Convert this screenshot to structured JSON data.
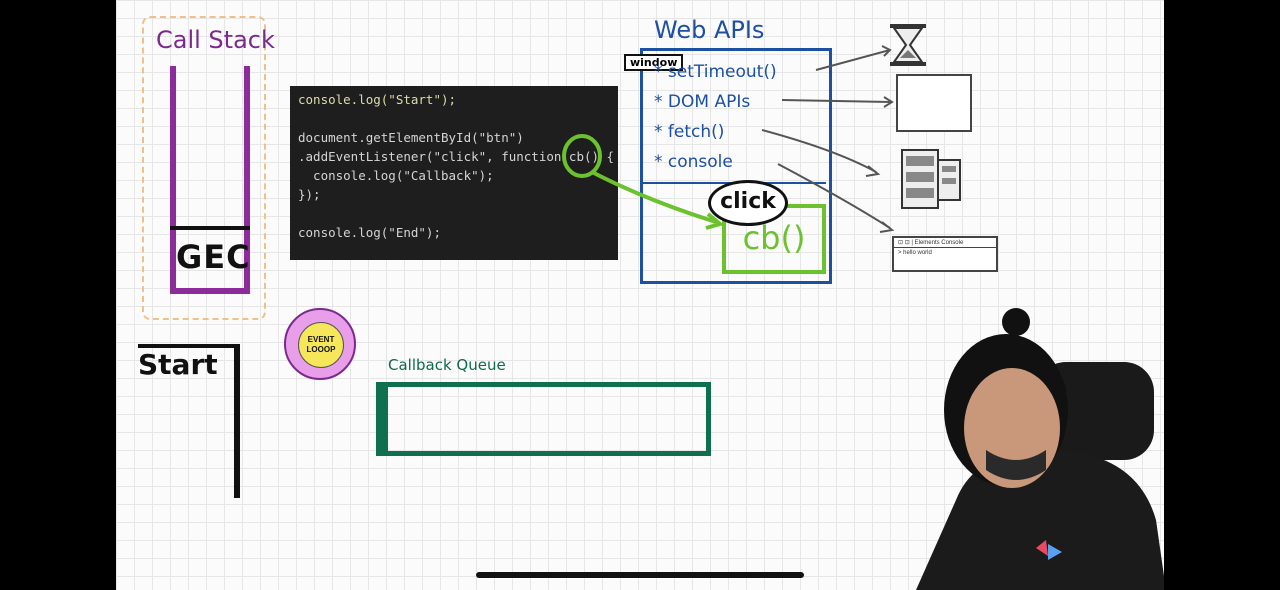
{
  "diagram": {
    "call_stack": {
      "title": "Call Stack",
      "frame": "GEC"
    },
    "code": {
      "lines": [
        "console.log(\"Start\");",
        "",
        "document.getElementById(\"btn\")",
        ".addEventListener(\"click\", function cb() {",
        "  console.log(\"Callback\");",
        "});",
        "",
        "console.log(\"End\");"
      ]
    },
    "web_apis": {
      "title": "Web APIs",
      "window_label": "window",
      "items": [
        "* setTimeout()",
        "* DOM APIs",
        "* fetch()",
        "* console"
      ],
      "registered_event": "click",
      "registered_callback": "cb()"
    },
    "console_output": {
      "label": "Start"
    },
    "event_loop": {
      "label": "EVENT LOOOP"
    },
    "callback_queue": {
      "title": "Callback Queue"
    },
    "console_panel": {
      "tabs": "⊡ ⊡  |  Elements  Console",
      "output": "> hello world"
    }
  },
  "colors": {
    "call_stack": "#8e2b9c",
    "web_apis": "#1d4fa3",
    "callback": "#6cc22e",
    "callback_queue": "#0f7050",
    "code_bg": "#1e1e1e"
  }
}
